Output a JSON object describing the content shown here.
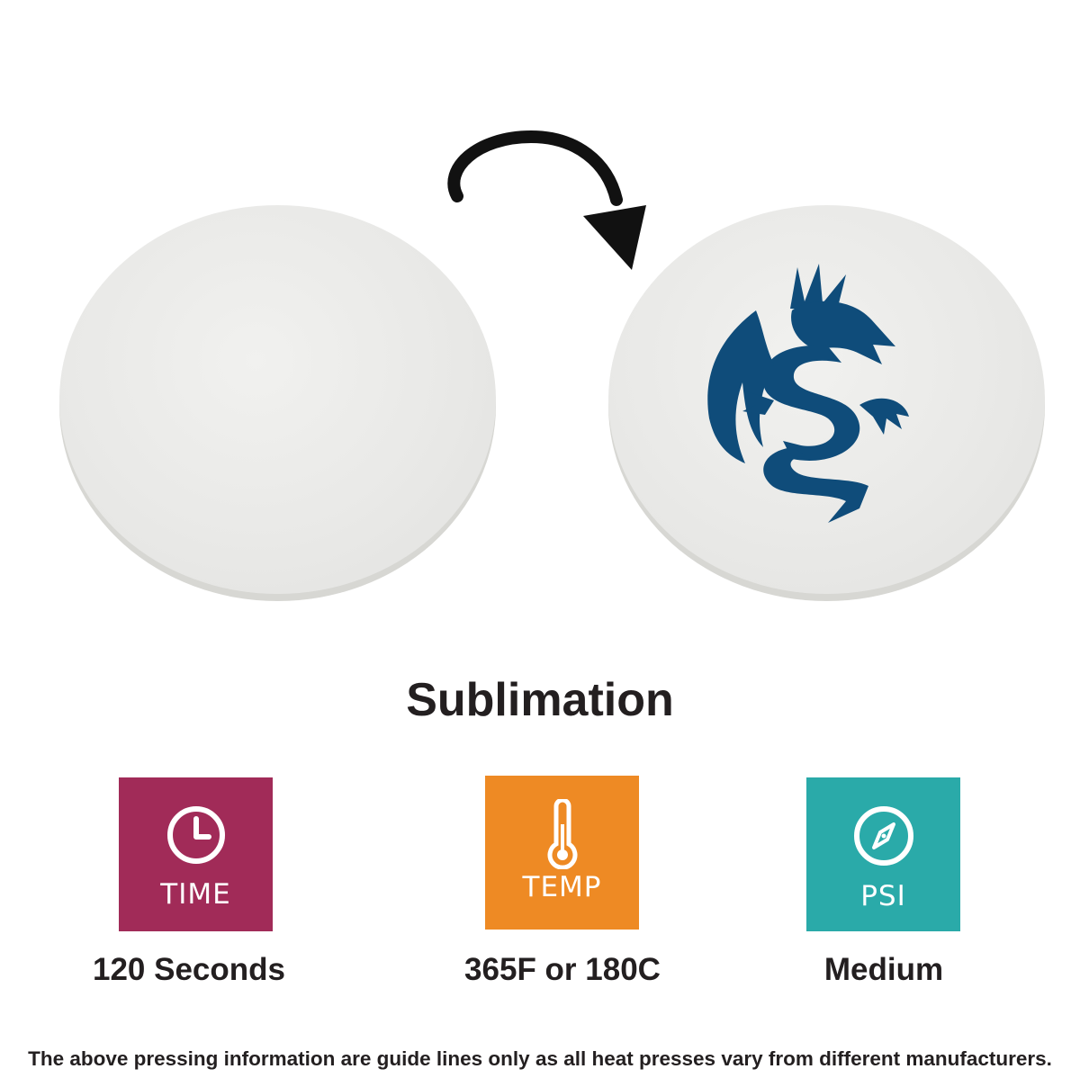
{
  "title": "Sublimation",
  "settings": [
    {
      "label": "TIME",
      "value": "120 Seconds",
      "color": "#a12b58",
      "icon": "clock-icon"
    },
    {
      "label": "TEMP",
      "value": "365F or 180C",
      "color": "#ee8a24",
      "icon": "thermometer-icon"
    },
    {
      "label": "PSI",
      "value": "Medium",
      "color": "#2aaaa9",
      "icon": "compass-icon"
    }
  ],
  "footnote": "The above pressing information are guide lines only as all heat presses vary from different manufacturers.",
  "colors": {
    "dragon": "#0f4c7a",
    "arrow": "#111111",
    "coaster": "#ececea"
  }
}
